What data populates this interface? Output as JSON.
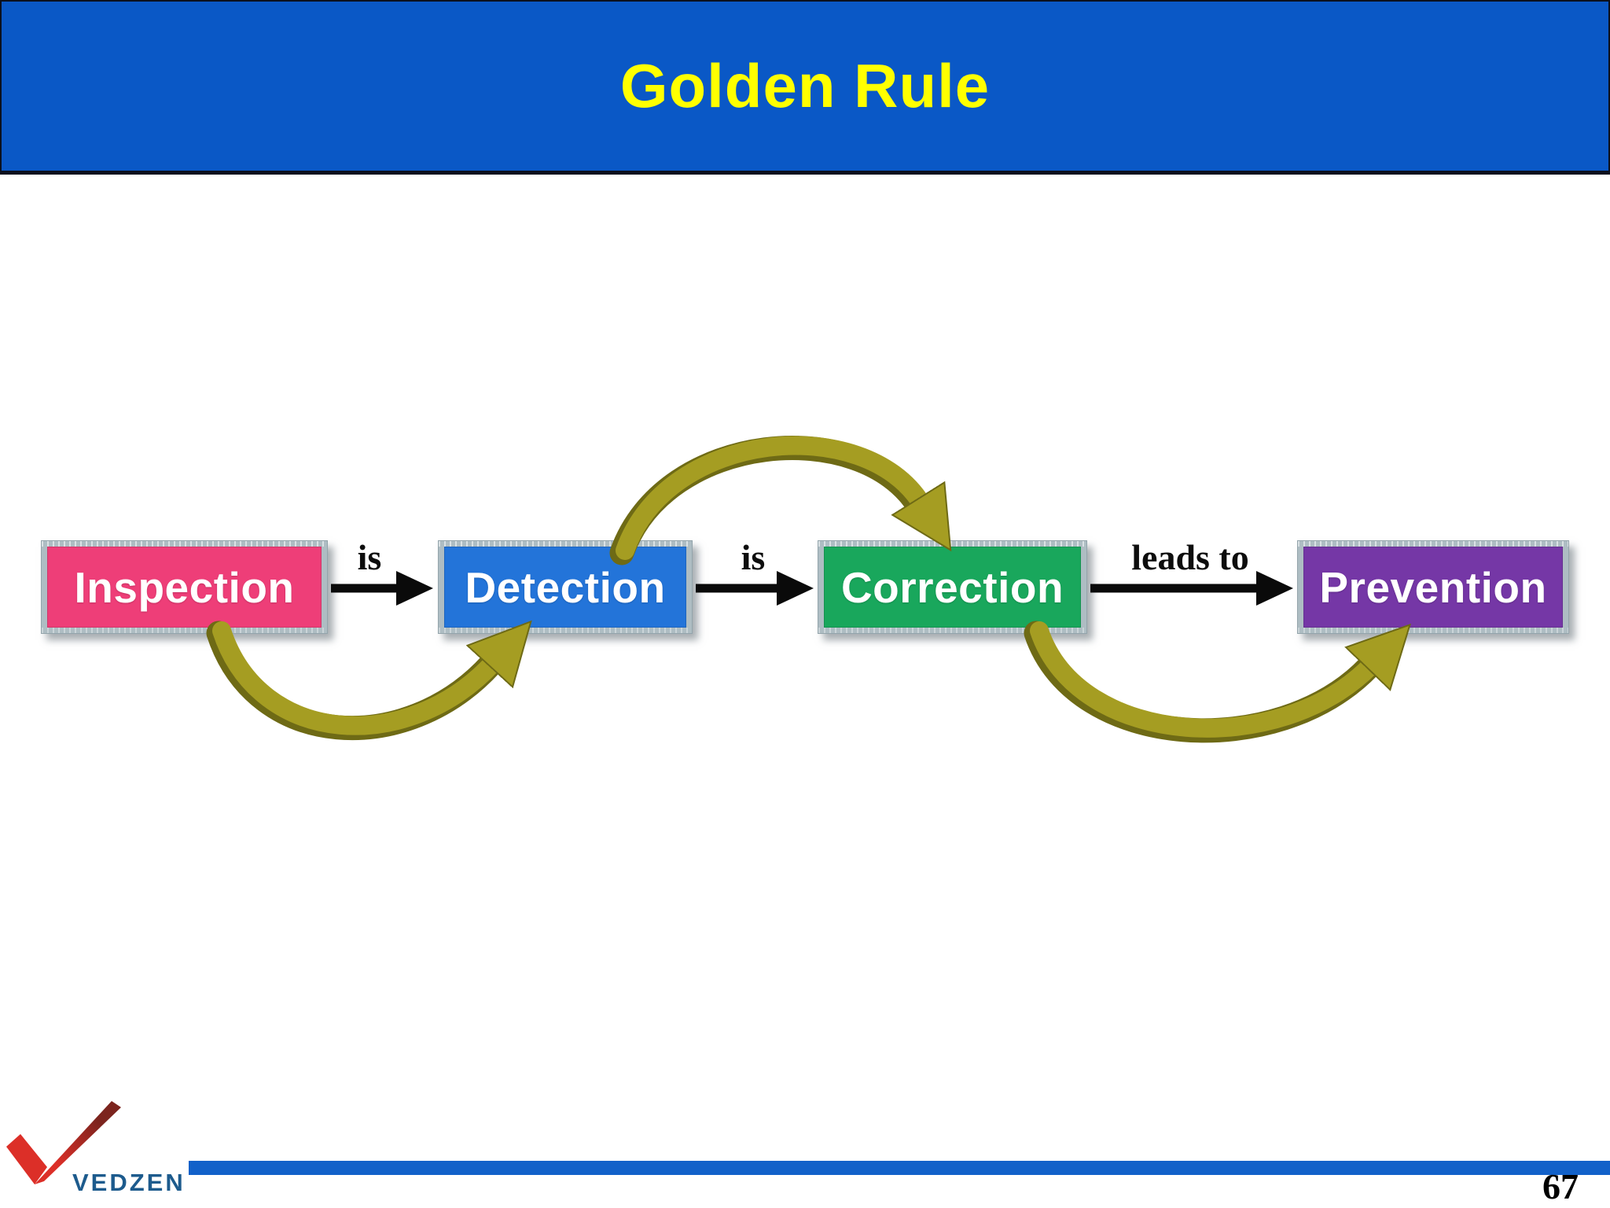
{
  "header": {
    "title": "Golden Rule",
    "background_color": "#0a58c6",
    "title_color": "#ffff00"
  },
  "diagram": {
    "nodes": [
      {
        "label": "Inspection",
        "color": "#ee3e78"
      },
      {
        "label": "Detection",
        "color": "#2374d9"
      },
      {
        "label": "Correction",
        "color": "#19a75c"
      },
      {
        "label": "Prevention",
        "color": "#7537a6"
      }
    ],
    "edges": [
      {
        "from": "Inspection",
        "to": "Detection",
        "label": "is"
      },
      {
        "from": "Detection",
        "to": "Correction",
        "label": "is"
      },
      {
        "from": "Correction",
        "to": "Prevention",
        "label": "leads to"
      }
    ],
    "loop_arrows": [
      {
        "from": "Detection",
        "to": "Correction",
        "position": "top"
      },
      {
        "from": "Inspection",
        "to": "Detection",
        "position": "bottom"
      },
      {
        "from": "Correction",
        "to": "Prevention",
        "position": "bottom"
      }
    ],
    "straight_arrow_color": "#0a0a0a",
    "loop_arrow_color": "#a59d22",
    "frame_color": "#aebdc3"
  },
  "footer": {
    "brand": "VEDZEN",
    "page_number": "67",
    "bar_color": "#1261c9",
    "checkmark_color": "#dc2f28"
  }
}
